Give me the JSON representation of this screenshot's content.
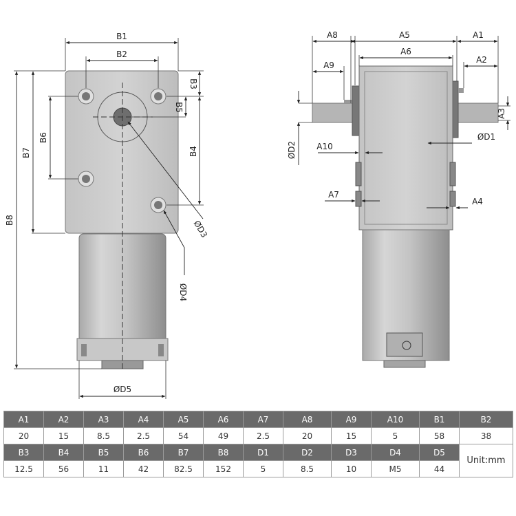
{
  "drawing": {
    "front_labels": {
      "B1": "B1",
      "B2": "B2",
      "B3": "B3",
      "B4": "B4",
      "B5": "B5",
      "B6": "B6",
      "B7": "B7",
      "B8": "B8",
      "D3": "ØD3",
      "D4": "ØD4",
      "D5": "ØD5"
    },
    "side_labels": {
      "A1": "A1",
      "A2": "A2",
      "A3": "A3",
      "A4": "A4",
      "A5": "A5",
      "A6": "A6",
      "A7": "A7",
      "A8": "A8",
      "A9": "A9",
      "A10": "A10",
      "D1": "ØD1",
      "D2": "ØD2"
    }
  },
  "table": {
    "row1_headers": [
      "A1",
      "A2",
      "A3",
      "A4",
      "A5",
      "A6",
      "A7",
      "A8",
      "A9",
      "A10",
      "B1",
      "B2"
    ],
    "row1_values": [
      "20",
      "15",
      "8.5",
      "2.5",
      "54",
      "49",
      "2.5",
      "20",
      "15",
      "5",
      "58",
      "38"
    ],
    "row2_headers": [
      "B3",
      "B4",
      "B5",
      "B6",
      "B7",
      "B8",
      "D1",
      "D2",
      "D3",
      "D4",
      "D5"
    ],
    "row2_values": [
      "12.5",
      "56",
      "11",
      "42",
      "82.5",
      "152",
      "5",
      "8.5",
      "10",
      "M5",
      "44"
    ],
    "unit_label": "Unit:mm"
  }
}
